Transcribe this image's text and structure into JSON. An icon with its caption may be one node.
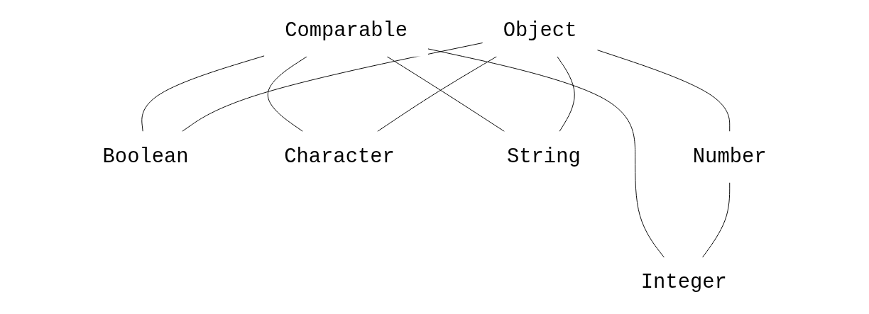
{
  "diagram": {
    "nodes": [
      {
        "text": [
          "Comparable"
        ]
      },
      {
        "text": [
          "Object"
        ]
      },
      {
        "text": [
          "Boolean"
        ]
      },
      {
        "text": [
          "Character"
        ]
      },
      {
        "text": [
          "String"
        ]
      },
      {
        "text": [
          "Number"
        ]
      },
      {
        "text": [
          "Integer"
        ]
      }
    ],
    "edges": [
      {
        "from": 0,
        "to": 2,
        "arrow": "none"
      },
      {
        "from": 0,
        "to": 3,
        "arrow": "none"
      },
      {
        "from": 0,
        "to": 4,
        "arrow": "none"
      },
      {
        "from": 0,
        "to": 6,
        "arrow": "none"
      },
      {
        "from": 1,
        "to": 2,
        "arrow": "none"
      },
      {
        "from": 1,
        "to": 3,
        "arrow": "none"
      },
      {
        "from": 1,
        "to": 4,
        "arrow": "none"
      },
      {
        "from": 1,
        "to": 5,
        "arrow": "none"
      },
      {
        "from": 5,
        "to": 6,
        "arrow": "none"
      }
    ]
  }
}
